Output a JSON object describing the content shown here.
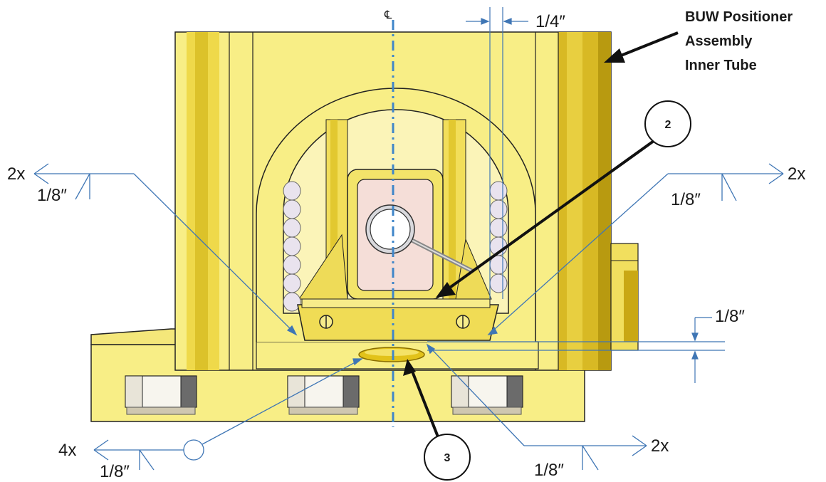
{
  "centerline": {
    "symbol": "℄"
  },
  "dimensions": {
    "gap_quarter": "1/4″",
    "gap_eighth": "1/8″"
  },
  "callout": {
    "lines": [
      "BUW Positioner",
      "Assembly",
      "Inner Tube"
    ]
  },
  "balloons": [
    {
      "id": "balloon-2",
      "label": "2"
    },
    {
      "id": "balloon-3",
      "label": "3"
    }
  ],
  "welds": [
    {
      "id": "weld-left-top",
      "count": "2x",
      "size": "1/8″"
    },
    {
      "id": "weld-right-top",
      "count": "2x",
      "size": "1/8″"
    },
    {
      "id": "weld-left-bottom",
      "count": "4x",
      "size": "1/8″",
      "all_around": true
    },
    {
      "id": "weld-right-bottom",
      "count": "2x",
      "size": "1/8″"
    }
  ],
  "colors": {
    "tube_yellow": "#f8ee86",
    "tube_edge": "#d9c93a",
    "gold_strip": "#c9a815",
    "leader_blue": "#3f76b5",
    "centerline_blue": "#3f86c9",
    "outline": "#222222",
    "nut_grey": "#6b6b6b",
    "pink": "#f5ded8"
  }
}
